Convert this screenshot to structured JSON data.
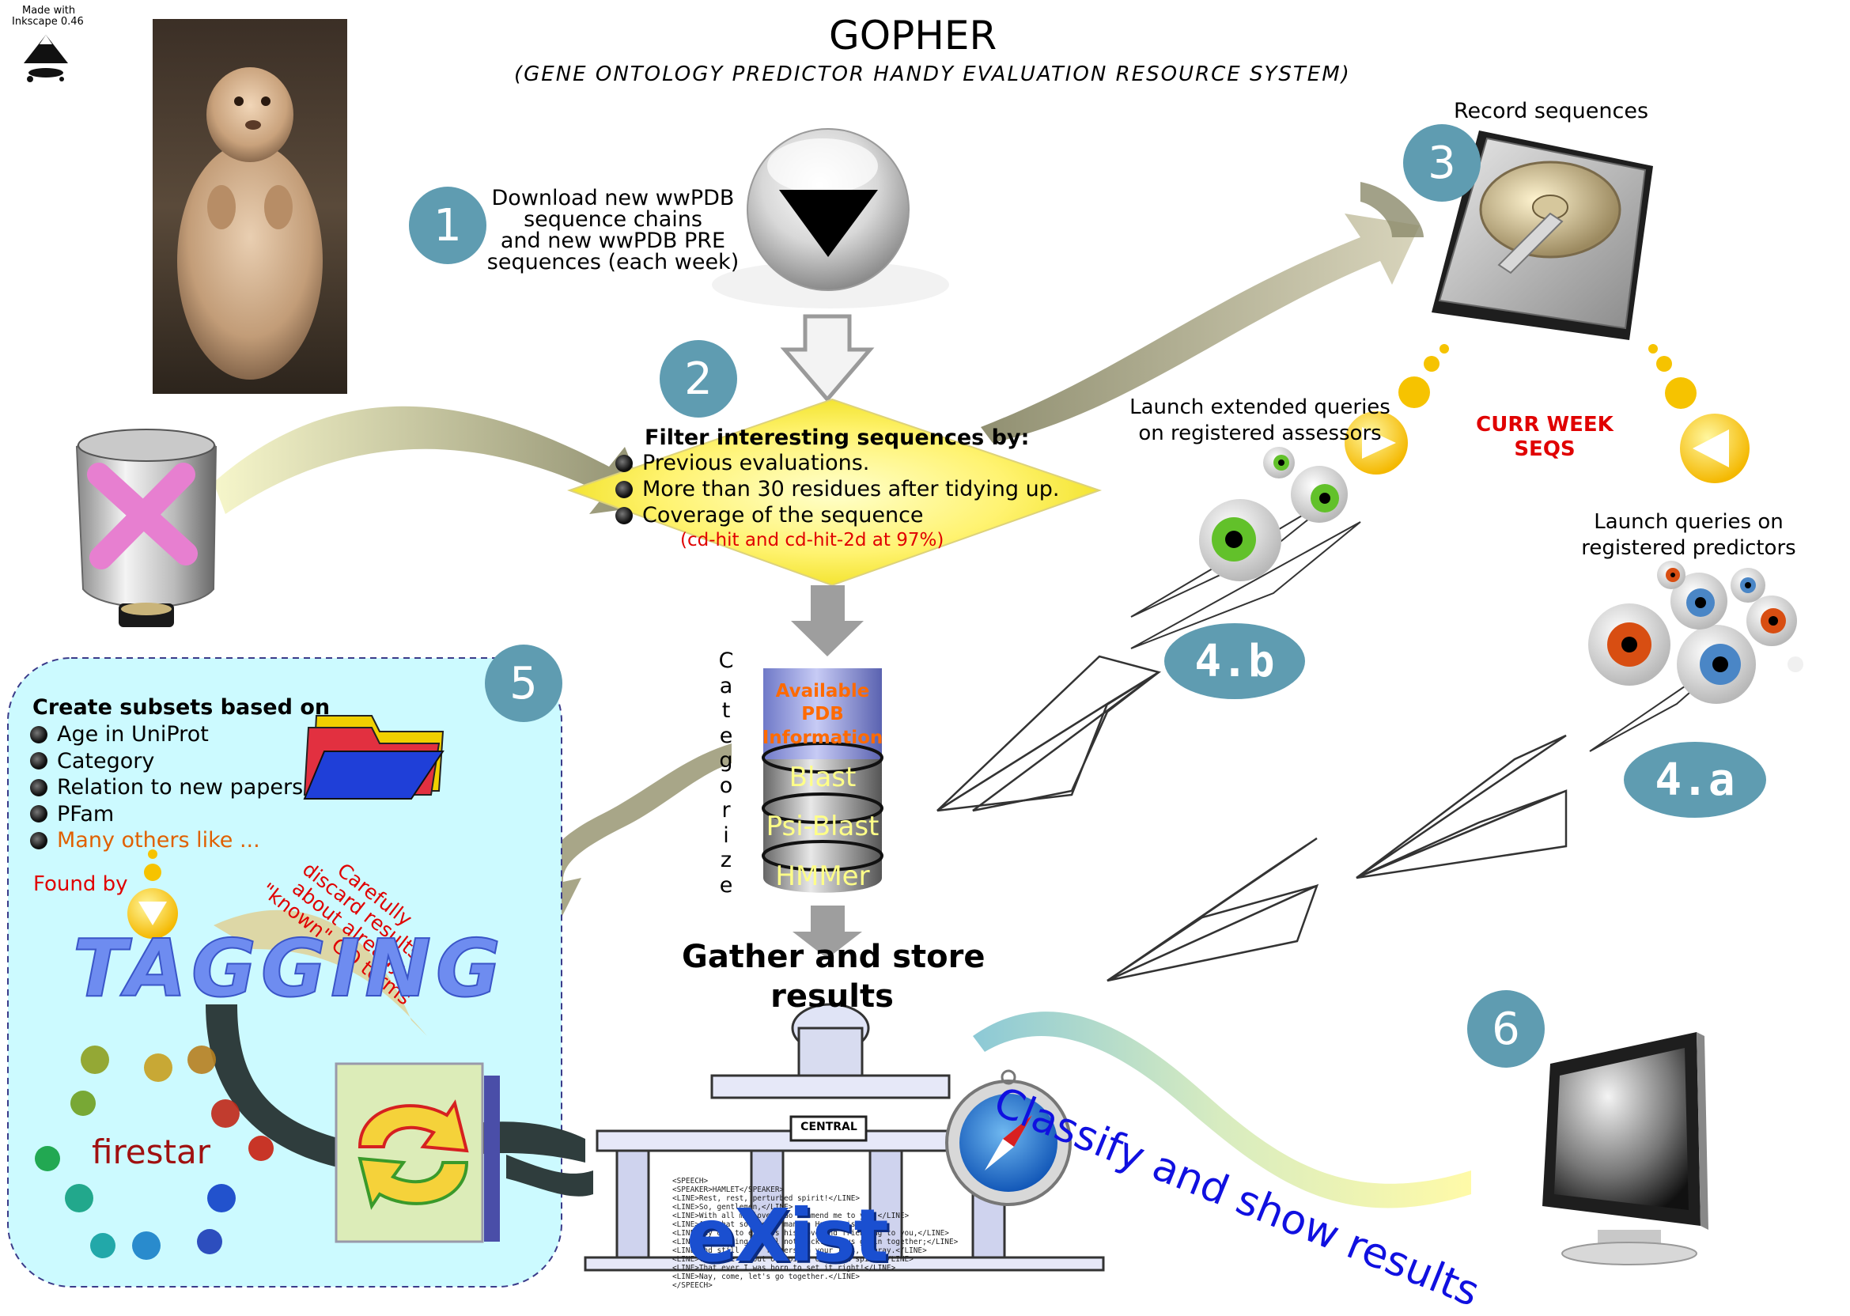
{
  "header": {
    "title": "GOPHER",
    "subtitle": "(GENE ONTOLOGY PREDICTOR HANDY EVALUATION RESOURCE SYSTEM)"
  },
  "badge": {
    "line1": "Made with",
    "line2": "Inkscape 0.46"
  },
  "steps": {
    "s1": {
      "number": "1",
      "lines": [
        "Download new wwPDB",
        "sequence chains",
        "and new wwPDB PRE",
        "sequences (each week)"
      ]
    },
    "s2": {
      "number": "2",
      "heading": "Filter interesting sequences by:",
      "items": [
        "Previous evaluations.",
        "More than 30 residues after tidying up.",
        "Coverage of the sequence"
      ],
      "note": "(cd-hit and cd-hit-2d at 97%)"
    },
    "s3": {
      "number": "3",
      "label": "Record sequences"
    },
    "s4b": {
      "number": "4.b",
      "lines": [
        "Launch extended queries",
        "on registered assessors"
      ]
    },
    "s4a": {
      "number": "4.a",
      "lines": [
        "Launch queries on",
        "registered predictors"
      ]
    },
    "s5": {
      "number": "5",
      "heading": "Create subsets based on",
      "items": [
        "Age in UniProt",
        "Category",
        "Relation to new papers",
        "PFam"
      ],
      "more": "Many others like ...",
      "found_by": "Found by",
      "tagging": "TAGGING",
      "firestar": "firestar",
      "discard": [
        "Carefully",
        "discard results",
        "about already",
        "\"known\" GO terms"
      ]
    },
    "s6": {
      "number": "6",
      "label": "Classify and show results"
    }
  },
  "curr_week": [
    "CURR WEEK",
    "SEQS"
  ],
  "categorize": [
    "C",
    "a",
    "t",
    "e",
    "g",
    "o",
    "r",
    "i",
    "z",
    "e"
  ],
  "database": {
    "top": [
      "Available",
      "PDB",
      "Information"
    ],
    "layers": [
      "Blast",
      "Psi-Blast",
      "HMMer"
    ]
  },
  "gather": [
    "Gather and store",
    "results"
  ],
  "exist": {
    "logo": "eXist",
    "sign": "CENTRAL",
    "xml_lines": [
      "<SPEECH>",
      "<SPEAKER>HAMLET</SPEAKER>",
      "<LINE>Rest, rest, perturbed spirit!</LINE>",
      "<LINE>So, gentlemen,</LINE>",
      "<LINE>With all my love I do commend me to you:</LINE>",
      "<LINE>And what so poor a man as Hamlet is</LINE>",
      "<LINE>May do, to express his love and friending to you,</LINE>",
      "<LINE>God willing, shall not lack. Let us go in together;</LINE>",
      "<LINE>And still your fingers on your lips, I pray.</LINE>",
      "<LINE>The time is out of joint: O cursed spite,</LINE>",
      "<LINE>That ever I was born to set it right!</LINE>",
      "<LINE>Nay, come, let's go together.</LINE>",
      "</SPEECH>"
    ]
  },
  "colors": {
    "step": "#5f9cb1",
    "red": "#e00000",
    "orange": "#e06000",
    "tagging": "#6e8cf0",
    "classify": "#1010e0"
  }
}
